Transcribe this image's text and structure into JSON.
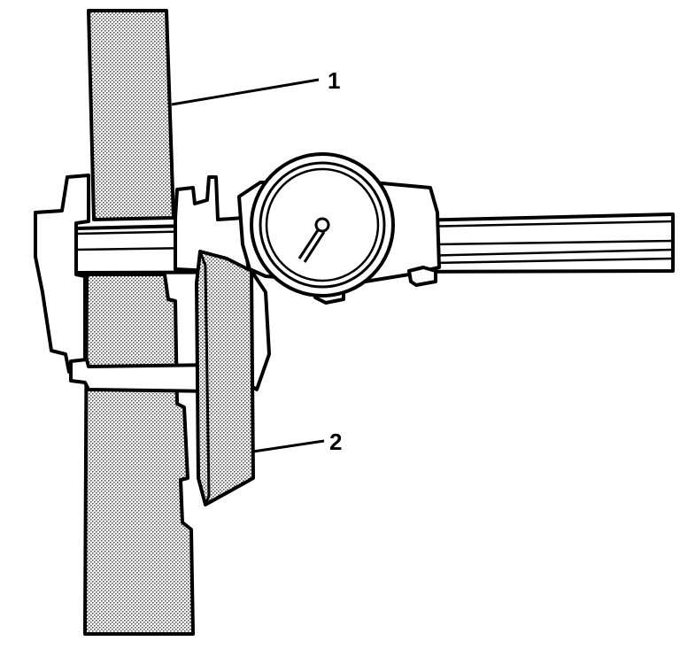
{
  "callouts": [
    {
      "id": 1,
      "label": "1"
    },
    {
      "id": 2,
      "label": "2"
    }
  ],
  "colors": {
    "ink": "#000000",
    "paper": "#ffffff",
    "stipple": "#555555"
  }
}
